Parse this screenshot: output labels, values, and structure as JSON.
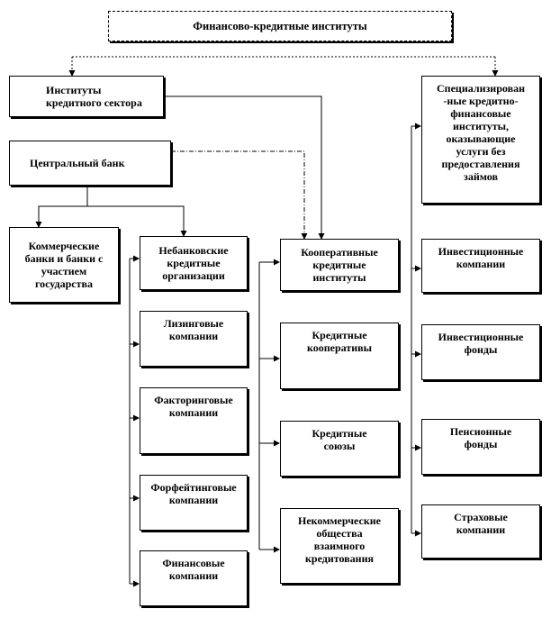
{
  "title": "Финансово-кредитные институты",
  "credit_sector": "Институты\nкредитного сектора",
  "central_bank": "Центральный банк",
  "commercial_banks": "Коммерческие\nбанки и банки с\nучастием\nгосударства",
  "nonbank": {
    "head": "Небанковские\nкредитные\nорганизации",
    "items": [
      "Лизинговые\nкомпании",
      "Факторинговые\nкомпании",
      "Форфейтинговые\nкомпании",
      "Финансовые\nкомпании"
    ]
  },
  "cooperative": {
    "head": "Кооперативные\nкредитные\nинституты",
    "items": [
      "Кредитные\nкооперативы",
      "Кредитные\nсоюзы",
      "Некоммерческие\nобщества\nвзаимного\nкредитования"
    ]
  },
  "specialized": {
    "head": "Специализирован\n-ные кредитно-\nфинансовые\nинституты,\nоказывающие\nуслуги без\nпредоставления\nзаймов",
    "items": [
      "Инвестиционные\nкомпании",
      "Инвестиционные\nфонды",
      "Пенсионные\nфонды",
      "Страховые\nкомпании"
    ]
  }
}
